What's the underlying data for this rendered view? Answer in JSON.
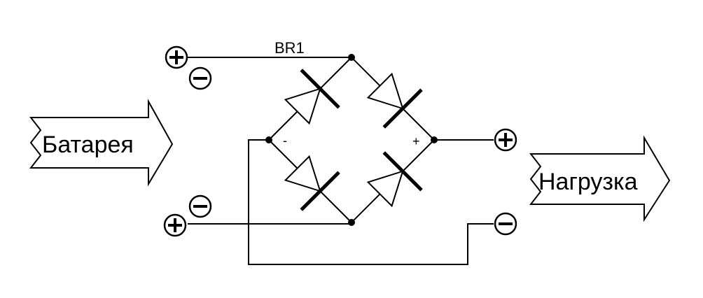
{
  "labels": {
    "component": "BR1",
    "bridge_minus": "-",
    "bridge_plus": "+",
    "battery": "Батарея",
    "load": "Нагрузка"
  },
  "terminals": {
    "battery_top_plus": "plus",
    "battery_top_minus": "minus",
    "battery_bottom_plus": "plus",
    "battery_bottom_minus": "minus",
    "load_plus": "plus",
    "load_minus": "minus"
  }
}
